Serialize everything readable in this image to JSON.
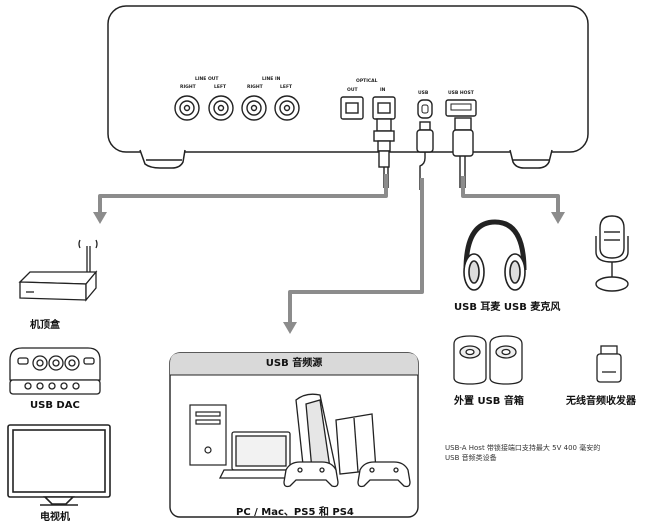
{
  "device": {
    "port_labels": {
      "line_out": "LINE OUT",
      "line_in": "LINE IN",
      "optical": "OPTICAL",
      "out": "OUT",
      "in": "IN",
      "usb": "USB",
      "usb_host": "USB HOST",
      "right": "RIGHT",
      "left": "LEFT"
    }
  },
  "outputs_left": [
    "机顶盒",
    "USB DAC",
    "电视机"
  ],
  "usb_panel": {
    "title": "USB 音频源",
    "caption": "PC / Mac、PS5 和 PS4"
  },
  "usb_host_devices": {
    "headset_mic": "USB 耳麦 USB 麦克风",
    "speakers": "外置 USB 音箱",
    "receiver": "无线音频收发器"
  },
  "note": {
    "line1": "USB-A Host 带锁接端口支持最大 5V 400 毫安的",
    "line2": "USB 音频类设备"
  },
  "colors": {
    "arrow": "#8c8c8c",
    "panel_header": "#d9d9d9",
    "outline": "#222222"
  }
}
